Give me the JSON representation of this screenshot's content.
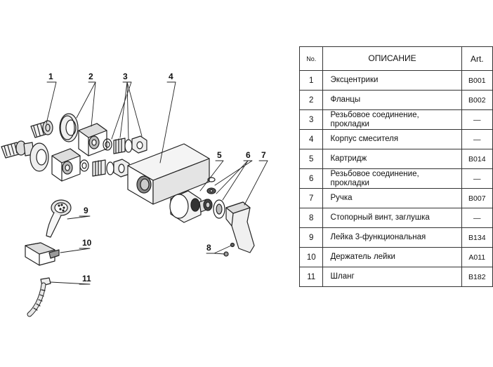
{
  "table": {
    "headers": {
      "no": "No.",
      "description": "ОПИСАНИЕ",
      "art": "Art."
    },
    "rows": [
      {
        "no": "1",
        "description": "Эксцентрики",
        "art": "B001"
      },
      {
        "no": "2",
        "description": "Фланцы",
        "art": "B002"
      },
      {
        "no": "3",
        "description": "Резьбовое соединение, прокладки",
        "art": "—"
      },
      {
        "no": "4",
        "description": "Корпус смесителя",
        "art": "—"
      },
      {
        "no": "5",
        "description": "Картридж",
        "art": "B014"
      },
      {
        "no": "6",
        "description": "Резьбовое соединение, прокладки",
        "art": "—"
      },
      {
        "no": "7",
        "description": "Ручка",
        "art": "B007"
      },
      {
        "no": "8",
        "description": "Стопорный винт, заглушка",
        "art": "—"
      },
      {
        "no": "9",
        "description": "Лейка 3-функциональная",
        "art": "B134"
      },
      {
        "no": "10",
        "description": "Держатель лейки",
        "art": "A011"
      },
      {
        "no": "11",
        "description": "Шланг",
        "art": "B182"
      }
    ]
  },
  "callouts": [
    "1",
    "2",
    "3",
    "4",
    "5",
    "6",
    "7",
    "8",
    "9",
    "10",
    "11"
  ],
  "colors": {
    "line": "#222222",
    "shade": "#cfcfcf",
    "background": "#ffffff"
  }
}
